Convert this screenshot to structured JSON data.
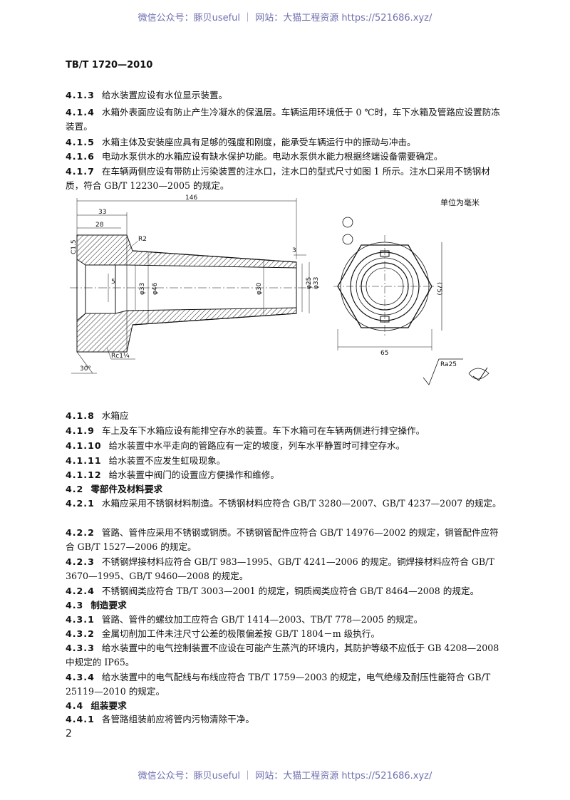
{
  "watermark": {
    "text": "微信公众号：豚贝useful ｜ 网站：大猫工程资源 https://521686.xyz/"
  },
  "header": {
    "standard_no": "TB/T 1720—2010"
  },
  "paras": [
    {
      "num": "4.1.3",
      "text": "给水装置应设有水位显示装置。"
    },
    {
      "num": "4.1.4",
      "text": "水箱外表面应设有防止产生冷凝水的保温层。车辆运用环境低于 0 ℃时，车下水箱及管路应设置防冻装置。"
    },
    {
      "num": "4.1.5",
      "text": "水箱主体及安装座应具有足够的强度和刚度，能承受车辆运行中的振动与冲击。"
    },
    {
      "num": "4.1.6",
      "text": "电动水泵供水的水箱应设有缺水保护功能。电动水泵供水能力根据终端设备需要确定。"
    },
    {
      "num": "4.1.7",
      "text": "在车辆两侧应设有带防止污染装置的注水口，注水口的型式尺寸如图 1 所示。注水口采用不锈钢材质，符合 GB/T 12230—2005 的规定。"
    }
  ],
  "figure": {
    "unit_note": "单位为毫米",
    "dims": {
      "d146": "146",
      "d33": "33",
      "d28": "28",
      "d3": "3",
      "d5": "5",
      "dia33a": "φ33",
      "dia46": "φ46",
      "dia30": "φ30",
      "dia25": "φ25",
      "dia33b": "φ33",
      "chamfer": "C1.5",
      "radius": "R2",
      "thread": "Rc1¹⁄₄",
      "angle": "30°",
      "d65": "65",
      "d75": "(75)",
      "roughness": "Ra25"
    }
  },
  "paras2": [
    {
      "num": "4.1.8",
      "text": "水箱应"
    },
    {
      "num": "4.1.9",
      "text": "车上及车下水箱应设有能排空存水的装置。车下水箱可在车辆两侧进行排空操作。"
    },
    {
      "num": "4.1.10",
      "text": "给水装置中水平走向的管路应有一定的坡度，列车水平静置时可排空存水。"
    },
    {
      "num": "4.1.11",
      "text": "给水装置不应发生虹吸现象。"
    },
    {
      "num": "4.1.12",
      "text": "给水装置中阀门的设置应方便操作和维修。"
    },
    {
      "num": "4.2",
      "text": "零部件及材料要求",
      "heading": true
    },
    {
      "num": "4.2.1",
      "text": "水箱应采用不锈钢材料制造。不锈钢材料应符合 GB/T 3280—2007、GB/T 4237—2007 的规定。"
    },
    {
      "num": "4.2.2",
      "text": "管路、管件应采用不锈钢或铜质。不锈钢管配件应符合 GB/T 14976—2002 的规定，铜管配件应符合 GB/T 1527—2006 的规定。"
    },
    {
      "num": "4.2.3",
      "text": "不锈钢焊接材料应符合 GB/T 983—1995、GB/T 4241—2006 的规定。铜焊接材料应符合 GB/T 3670—1995、GB/T 9460—2008 的规定。"
    },
    {
      "num": "4.2.4",
      "text": "不锈钢阀类应符合 TB/T 3003—2001 的规定，铜质阀类应符合 GB/T 8464—2008 的规定。"
    },
    {
      "num": "4.3",
      "text": "制造要求",
      "heading": true
    },
    {
      "num": "4.3.1",
      "text": "管路、管件的螺纹加工应符合 GB/T 1414—2003、TB/T 778—2005 的规定。"
    },
    {
      "num": "4.3.2",
      "text": "金属切削加工件未注尺寸公差的极限偏差按 GB/T 1804－m 级执行。"
    },
    {
      "num": "4.3.3",
      "text": "给水装置中的电气控制装置不应设在可能产生蒸汽的环境内，其防护等级不应低于 GB 4208—2008 中规定的 IP65。"
    },
    {
      "num": "4.3.4",
      "text": "给水装置中的电气配线与布线应符合 TB/T 1759—2003 的规定，电气绝缘及耐压性能符合 GB/T 25119—2010 的规定。"
    },
    {
      "num": "4.4",
      "text": "组装要求",
      "heading": true
    },
    {
      "num": "4.4.1",
      "text": "各管路组装前应将管内污物清除干净。"
    }
  ],
  "footer": {
    "page_number": "2"
  }
}
